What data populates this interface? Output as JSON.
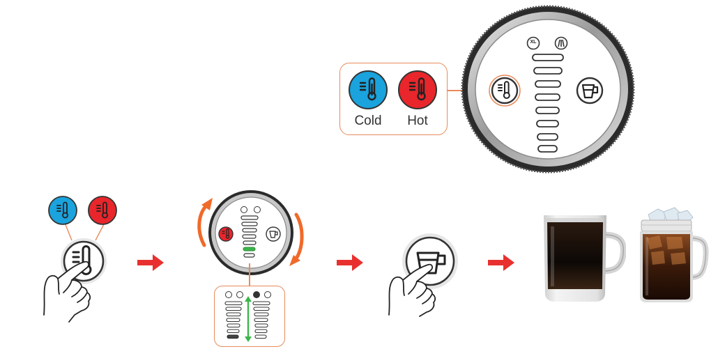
{
  "temperature_options": {
    "cold_label": "Cold",
    "hot_label": "Hot"
  },
  "control_panel": {
    "xl_badge": "XL",
    "cup_sizes": 8
  },
  "steps": [
    "select-temperature",
    "rotate-to-select-size",
    "press-brew",
    "result"
  ],
  "colors": {
    "cold": "#1aa3dd",
    "hot": "#e8262b",
    "accent_orange": "#f06a2a",
    "arrow_red": "#e8312f",
    "highlight_green": "#3cb54a",
    "frame": "#e88a5a"
  },
  "icons": {
    "temperature": "thermometer-icon",
    "brew": "cup-icon"
  }
}
